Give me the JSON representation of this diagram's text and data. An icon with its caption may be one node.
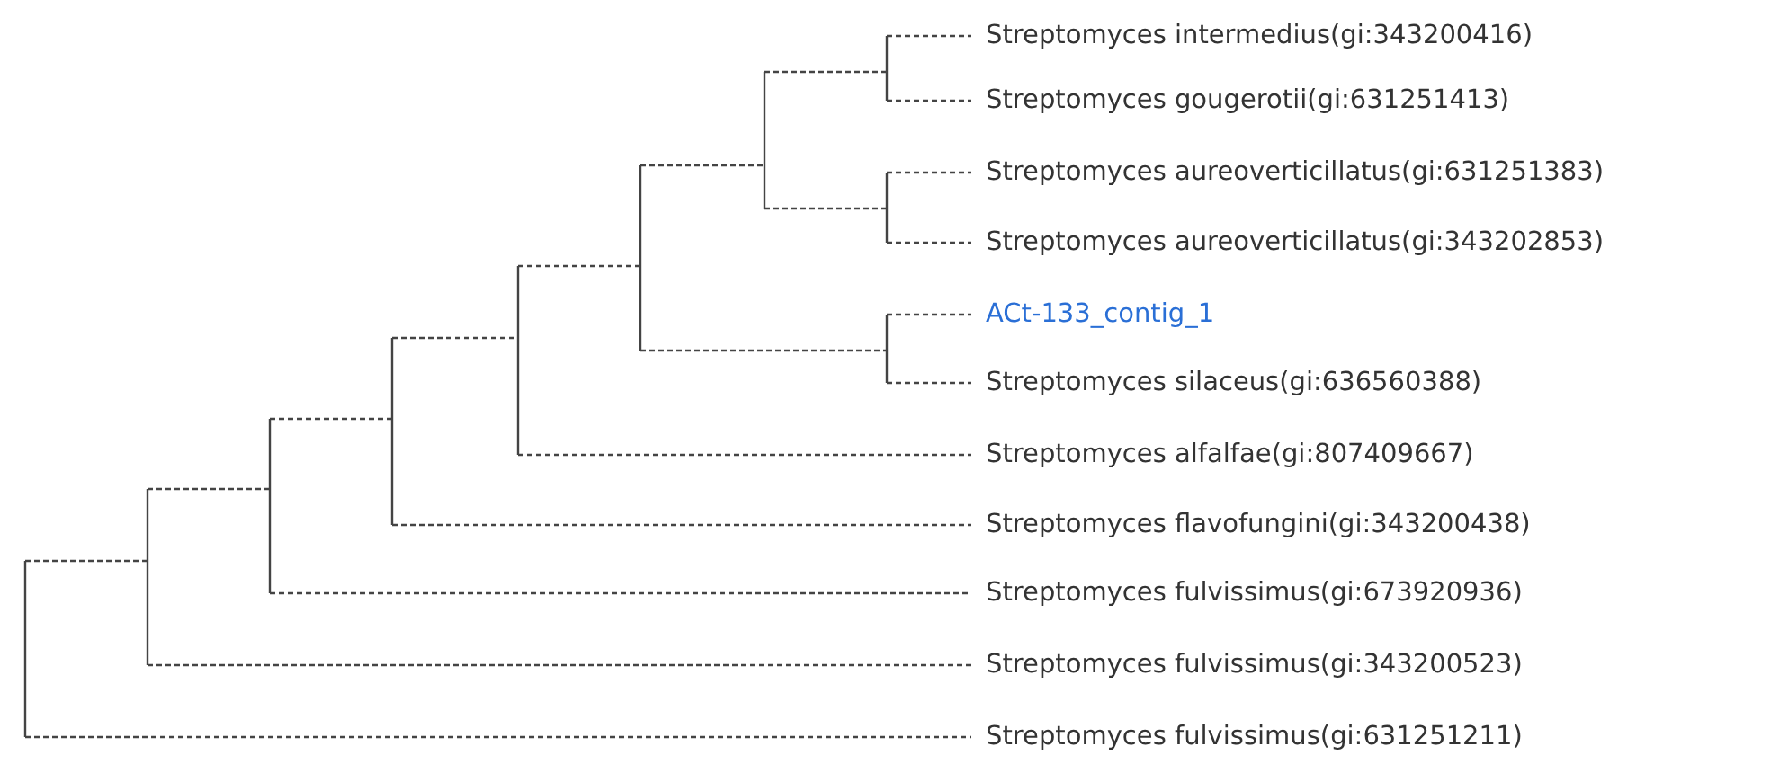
{
  "diagram": {
    "nodes": [
      {
        "text": [
          "Streptomyces intermedius(gi:343200416)"
        ]
      },
      {
        "text": [
          "Streptomyces gougerotii(gi:631251413)"
        ]
      },
      {
        "text": [
          "Streptomyces aureoverticillatus(gi:631251383)"
        ]
      },
      {
        "text": [
          "Streptomyces aureoverticillatus(gi:343202853)"
        ]
      },
      {
        "text": [
          "ACt-133_contig_1"
        ]
      },
      {
        "text": [
          "Streptomyces silaceus(gi:636560388)"
        ]
      },
      {
        "text": [
          "Streptomyces alfalfae(gi:807409667)"
        ]
      },
      {
        "text": [
          "Streptomyces flavofungini(gi:343200438)"
        ]
      },
      {
        "text": [
          "Streptomyces fulvissimus(gi:673920936)"
        ]
      },
      {
        "text": [
          "Streptomyces fulvissimus(gi:343200523)"
        ]
      },
      {
        "text": [
          "Streptomyces fulvissimus(gi:631251211)"
        ]
      }
    ],
    "edges": [
      {
        "from": null,
        "to": 0,
        "arrow": "none",
        "style": "dashed"
      },
      {
        "from": null,
        "to": 1,
        "arrow": "none",
        "style": "dashed"
      },
      {
        "from": null,
        "to": 2,
        "arrow": "none",
        "style": "dashed"
      },
      {
        "from": null,
        "to": 3,
        "arrow": "none",
        "style": "dashed"
      },
      {
        "from": null,
        "to": 4,
        "arrow": "none",
        "style": "dashed"
      },
      {
        "from": null,
        "to": 5,
        "arrow": "none",
        "style": "dashed"
      },
      {
        "from": null,
        "to": 6,
        "arrow": "none",
        "style": "dashed"
      },
      {
        "from": null,
        "to": 7,
        "arrow": "none",
        "style": "dashed"
      },
      {
        "from": null,
        "to": 8,
        "arrow": "none",
        "style": "dashed"
      },
      {
        "from": null,
        "to": 9,
        "arrow": "none",
        "style": "dashed"
      },
      {
        "from": null,
        "to": 10,
        "arrow": "none",
        "style": "dashed"
      }
    ]
  }
}
